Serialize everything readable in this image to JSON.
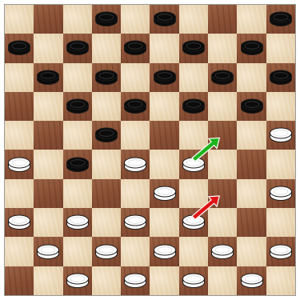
{
  "board": {
    "size": 10,
    "colors": {
      "light_square": "#e8d3b0",
      "dark_square": "#8a5035",
      "black_piece": "#0b0b0b",
      "white_piece": "#ffffff",
      "piece_outline": "#1a1a1a",
      "move_arrow_1": "#1cb51c",
      "move_arrow_2": "#e01515"
    },
    "black_pieces": [
      [
        0,
        3
      ],
      [
        0,
        5
      ],
      [
        0,
        9
      ],
      [
        1,
        0
      ],
      [
        1,
        2
      ],
      [
        1,
        4
      ],
      [
        1,
        6
      ],
      [
        1,
        8
      ],
      [
        2,
        1
      ],
      [
        2,
        3
      ],
      [
        2,
        5
      ],
      [
        2,
        7
      ],
      [
        2,
        9
      ],
      [
        3,
        2
      ],
      [
        3,
        4
      ],
      [
        3,
        6
      ],
      [
        3,
        8
      ],
      [
        4,
        3
      ],
      [
        5,
        2
      ]
    ],
    "white_pieces": [
      [
        4,
        9
      ],
      [
        5,
        0
      ],
      [
        5,
        4
      ],
      [
        5,
        6
      ],
      [
        6,
        5
      ],
      [
        6,
        9
      ],
      [
        7,
        0
      ],
      [
        7,
        2
      ],
      [
        7,
        4
      ],
      [
        7,
        6
      ],
      [
        8,
        1
      ],
      [
        8,
        3
      ],
      [
        8,
        5
      ],
      [
        8,
        7
      ],
      [
        8,
        9
      ],
      [
        9,
        2
      ],
      [
        9,
        4
      ],
      [
        9,
        6
      ],
      [
        9,
        8
      ]
    ],
    "moves": [
      {
        "name": "green-move-arrow",
        "from": [
          5,
          6
        ],
        "to": [
          4,
          7
        ],
        "color": "#1cb51c"
      },
      {
        "name": "red-move-arrow",
        "from": [
          7,
          6
        ],
        "to": [
          6,
          7
        ],
        "color": "#e01515"
      }
    ]
  }
}
